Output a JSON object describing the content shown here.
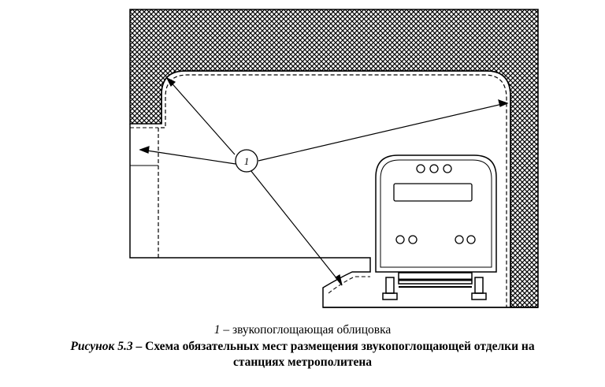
{
  "diagram": {
    "callout_label": "1"
  },
  "caption": {
    "legend_number": "1",
    "legend_text": "– звукопоглощающая облицовка",
    "figure_label": "Рисунок 5.3",
    "figure_title_line1": "– Схема обязательных мест размещения звукопоглощающей отделки на",
    "figure_title_line2": "станциях метрополитена"
  },
  "colors": {
    "ink": "#000000",
    "paper": "#ffffff"
  }
}
